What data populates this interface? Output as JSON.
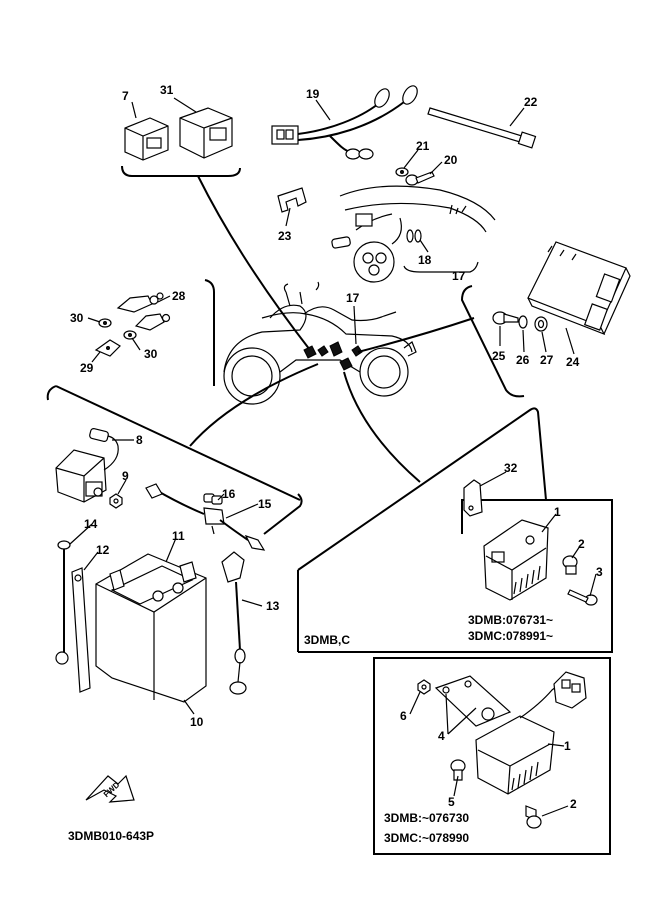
{
  "callouts": [
    "7",
    "31",
    "19",
    "22",
    "21",
    "20",
    "23",
    "18",
    "17",
    "28",
    "30",
    "30",
    "29",
    "17",
    "25",
    "26",
    "27",
    "24",
    "8",
    "9",
    "16",
    "15",
    "14",
    "12",
    "11",
    "32",
    "1",
    "2",
    "3",
    "13",
    "10",
    "6",
    "4",
    "1",
    "5",
    "2"
  ],
  "inset_upper": {
    "model_tag": "3DMB,C",
    "note_line1": "3DMB:076731~",
    "note_line2": "3DMC:078991~"
  },
  "inset_lower": {
    "note_line1": "3DMB:~076730",
    "note_line2": "3DMC:~078990"
  },
  "fwd_label": "FWD",
  "doc_code": "3DMB010-643P"
}
